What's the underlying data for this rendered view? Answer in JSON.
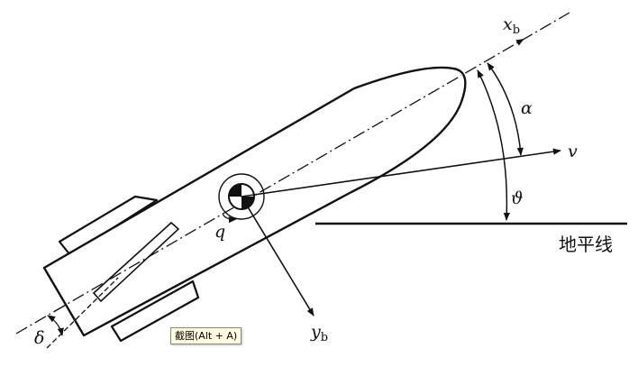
{
  "diagram": {
    "labels": {
      "x_axis": "x",
      "x_axis_sub": "b",
      "y_axis": "y",
      "y_axis_sub": "b",
      "velocity": "v",
      "alpha": "α",
      "theta": "ϑ",
      "pitch_rate": "q",
      "delta": "δ",
      "horizon": "地平线"
    }
  },
  "tooltip": {
    "text": "截图(Alt + A)"
  },
  "colors": {
    "ink": "#111111",
    "background": "#ffffff",
    "tooltip_bg": "#fffbe1"
  }
}
